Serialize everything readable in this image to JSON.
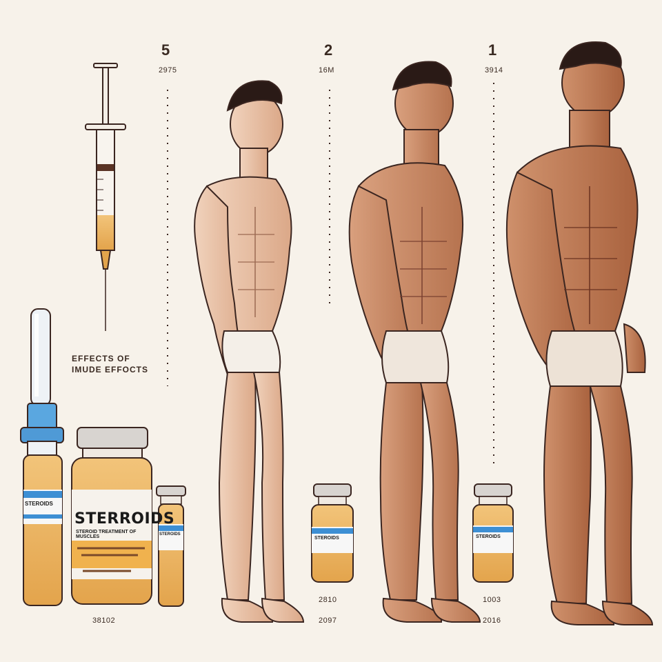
{
  "figure": {
    "stage_numbers": [
      "5",
      "2",
      "1"
    ],
    "stage_codes": [
      "2975",
      "16M",
      "3914"
    ],
    "bottom_codes": [
      "38102",
      "2810",
      "2097",
      "1003",
      "2016"
    ],
    "effects_text_line1": "EFFECTS OF",
    "effects_text_line2": "IMUDE EFFOCTS",
    "main_vial_label": "STERROIDS",
    "main_vial_subtitle": "STEROID TREATMENT OF MUSCLES",
    "small_vial_labels": [
      "STEROIDS",
      "STEROIDS",
      "STEROIDS",
      "STEROIDS"
    ]
  },
  "colors": {
    "background": "#f7f2ea",
    "liquid": "#e9b360",
    "blue_label": "#3d8fd4",
    "muscle": "#c98a65",
    "outline": "#3a2520"
  }
}
